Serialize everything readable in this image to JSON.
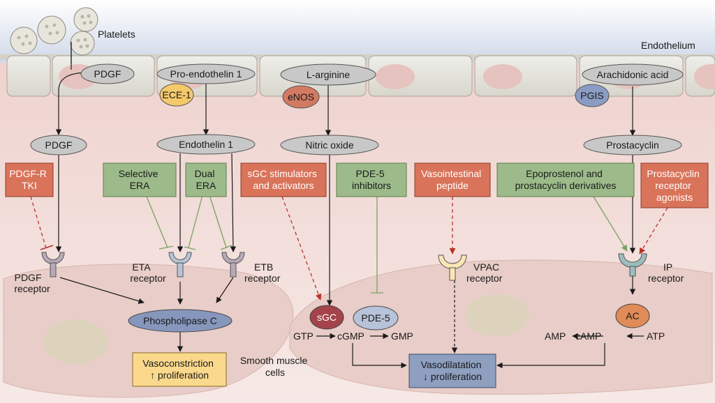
{
  "regions": {
    "platelets": "Platelets",
    "endothelium": "Endothelium",
    "smooth_muscle": [
      "Smooth muscle",
      "cells"
    ]
  },
  "endothelium_molecules": {
    "pdgf": "PDGF",
    "pro_endothelin": "Pro-endothelin 1",
    "ece1": "ECE-1",
    "l_arginine": "L-arginine",
    "enos": "eNOS",
    "arachidonic_acid": "Arachidonic acid",
    "pgis": "PGIS"
  },
  "mediators": {
    "pdgf": "PDGF",
    "endothelin1": "Endothelin 1",
    "nitric_oxide": "Nitric oxide",
    "prostacyclin": "Prostacyclin"
  },
  "drugs": {
    "pdgfr_tki": [
      "PDGF-R",
      "TKI"
    ],
    "selective_era": [
      "Selective",
      "ERA"
    ],
    "dual_era": [
      "Dual",
      "ERA"
    ],
    "sgc_stim": [
      "sGC stimulators",
      "and activators"
    ],
    "pde5_inh": [
      "PDE-5",
      "inhibitors"
    ],
    "vip": [
      "Vasointestinal",
      "peptide"
    ],
    "epoprostenol": [
      "Epoprostenol and",
      "prostacyclin derivatives"
    ],
    "ip_agonists": [
      "Prostacyclin",
      "receptor",
      "agonists"
    ]
  },
  "receptors": {
    "pdgf": [
      "PDGF",
      "receptor"
    ],
    "eta": [
      "ETA",
      "receptor"
    ],
    "etb": [
      "ETB",
      "receptor"
    ],
    "vpac": [
      "VPAC",
      "receptor"
    ],
    "ip": [
      "IP",
      "receptor"
    ]
  },
  "intracellular": {
    "plc": "Phospholipase C",
    "sgc": "sGC",
    "pde5": "PDE-5",
    "ac": "AC",
    "gtp": "GTP",
    "cgmp": "cGMP",
    "gmp": "GMP",
    "amp": "AMP",
    "camp": "cAMP",
    "atp": "ATP"
  },
  "outcomes": {
    "vasoconstriction": [
      "Vasoconstriction",
      "↑ proliferation"
    ],
    "vasodilatation": [
      "Vasodilatation",
      "↓ proliferation"
    ]
  },
  "colors": {
    "inhibitor_box": "#d9735a",
    "agonist_box": "#9dbb8a",
    "mediator_oval": "#c8c8c8",
    "enzyme_orange": "#d27a62",
    "enzyme_blue": "#8b9cc4",
    "ece1_fill": "#f4c96a",
    "plc_fill": "#8796bc",
    "constriction_box": "#fbd98c",
    "dilatation_box": "#8e9fc0",
    "background_pink": "#f4e3e0",
    "cell_fill": "#e9cfca",
    "green_arrow": "#7aa160",
    "red_arrow": "#b8322a"
  }
}
